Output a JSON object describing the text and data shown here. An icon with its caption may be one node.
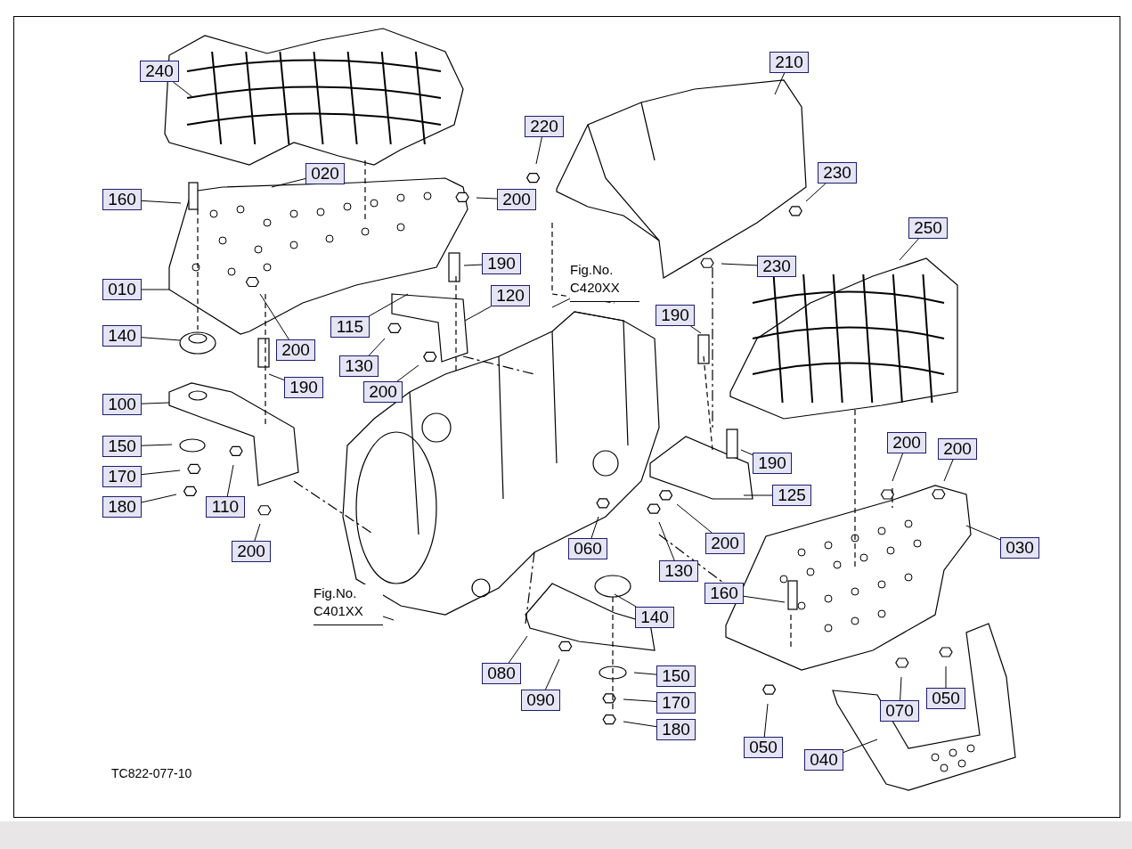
{
  "diagram": {
    "nodes": [
      {
        "text": [
          "240"
        ]
      },
      {
        "text": [
          "160"
        ]
      },
      {
        "text": [
          "020"
        ]
      },
      {
        "text": [
          "200"
        ]
      },
      {
        "text": [
          "010"
        ]
      },
      {
        "text": [
          "190"
        ]
      },
      {
        "text": [
          "120"
        ]
      },
      {
        "text": [
          "140"
        ]
      },
      {
        "text": [
          "200"
        ]
      },
      {
        "text": [
          "115"
        ]
      },
      {
        "text": [
          "130"
        ]
      },
      {
        "text": [
          "200"
        ]
      },
      {
        "text": [
          "190"
        ]
      },
      {
        "text": [
          "100"
        ]
      },
      {
        "text": [
          "150"
        ]
      },
      {
        "text": [
          "170"
        ]
      },
      {
        "text": [
          "180"
        ]
      },
      {
        "text": [
          "110"
        ]
      },
      {
        "text": [
          "200"
        ]
      },
      {
        "text": [
          "Fig.No. C420XX"
        ]
      },
      {
        "text": [
          "210"
        ]
      },
      {
        "text": [
          "220"
        ]
      },
      {
        "text": [
          "230"
        ]
      },
      {
        "text": [
          "230"
        ]
      },
      {
        "text": [
          "250"
        ]
      },
      {
        "text": [
          "190"
        ]
      },
      {
        "text": [
          "190"
        ]
      },
      {
        "text": [
          "200"
        ]
      },
      {
        "text": [
          "200"
        ]
      },
      {
        "text": [
          "125"
        ]
      },
      {
        "text": [
          "030"
        ]
      },
      {
        "text": [
          "060"
        ]
      },
      {
        "text": [
          "200"
        ]
      },
      {
        "text": [
          "130"
        ]
      },
      {
        "text": [
          "160"
        ]
      },
      {
        "text": [
          "Fig.No. C401XX"
        ]
      },
      {
        "text": [
          "140"
        ]
      },
      {
        "text": [
          "080"
        ]
      },
      {
        "text": [
          "090"
        ]
      },
      {
        "text": [
          "150"
        ]
      },
      {
        "text": [
          "170"
        ]
      },
      {
        "text": [
          "180"
        ]
      },
      {
        "text": [
          "050"
        ]
      },
      {
        "text": [
          "070"
        ]
      },
      {
        "text": [
          "050"
        ]
      },
      {
        "text": [
          "040"
        ]
      }
    ],
    "edges": [
      {
        "from": 0,
        "to": null,
        "arrow": "none"
      },
      {
        "from": 1,
        "to": null,
        "arrow": "none"
      },
      {
        "from": 2,
        "to": null,
        "arrow": "none"
      },
      {
        "from": 3,
        "to": null,
        "arrow": "none"
      },
      {
        "from": 4,
        "to": null,
        "arrow": "none"
      },
      {
        "from": 5,
        "to": null,
        "arrow": "none"
      },
      {
        "from": 6,
        "to": null,
        "arrow": "none"
      },
      {
        "from": 7,
        "to": null,
        "arrow": "none"
      },
      {
        "from": 8,
        "to": null,
        "arrow": "none"
      },
      {
        "from": 9,
        "to": null,
        "arrow": "none"
      },
      {
        "from": 10,
        "to": null,
        "arrow": "none"
      },
      {
        "from": 11,
        "to": null,
        "arrow": "none"
      },
      {
        "from": 12,
        "to": null,
        "arrow": "none"
      },
      {
        "from": 13,
        "to": null,
        "arrow": "none"
      },
      {
        "from": 14,
        "to": null,
        "arrow": "none"
      },
      {
        "from": 15,
        "to": null,
        "arrow": "none"
      },
      {
        "from": 16,
        "to": null,
        "arrow": "none"
      },
      {
        "from": 17,
        "to": null,
        "arrow": "none"
      },
      {
        "from": 18,
        "to": null,
        "arrow": "none"
      },
      {
        "from": 19,
        "to": null,
        "arrow": "none"
      },
      {
        "from": 20,
        "to": null,
        "arrow": "none"
      },
      {
        "from": 21,
        "to": null,
        "arrow": "none"
      },
      {
        "from": 22,
        "to": null,
        "arrow": "none"
      },
      {
        "from": 23,
        "to": null,
        "arrow": "none"
      },
      {
        "from": 24,
        "to": null,
        "arrow": "none"
      },
      {
        "from": 25,
        "to": null,
        "arrow": "none"
      },
      {
        "from": 26,
        "to": null,
        "arrow": "none"
      },
      {
        "from": 27,
        "to": null,
        "arrow": "none"
      },
      {
        "from": 28,
        "to": null,
        "arrow": "none"
      },
      {
        "from": 29,
        "to": null,
        "arrow": "none"
      },
      {
        "from": 30,
        "to": null,
        "arrow": "none"
      },
      {
        "from": 31,
        "to": null,
        "arrow": "none"
      },
      {
        "from": 32,
        "to": null,
        "arrow": "none"
      },
      {
        "from": 33,
        "to": null,
        "arrow": "none"
      },
      {
        "from": 34,
        "to": null,
        "arrow": "none"
      },
      {
        "from": 35,
        "to": null,
        "arrow": "none"
      },
      {
        "from": 36,
        "to": null,
        "arrow": "none"
      },
      {
        "from": 37,
        "to": null,
        "arrow": "none"
      },
      {
        "from": 38,
        "to": null,
        "arrow": "none"
      },
      {
        "from": 39,
        "to": null,
        "arrow": "none"
      },
      {
        "from": 40,
        "to": null,
        "arrow": "none"
      },
      {
        "from": 41,
        "to": null,
        "arrow": "none"
      },
      {
        "from": 42,
        "to": null,
        "arrow": "none"
      },
      {
        "from": 43,
        "to": null,
        "arrow": "none"
      },
      {
        "from": 44,
        "to": null,
        "arrow": "none"
      },
      {
        "from": 45,
        "to": null,
        "arrow": "none"
      }
    ],
    "labels": [
      "TC822-077-10"
    ]
  }
}
